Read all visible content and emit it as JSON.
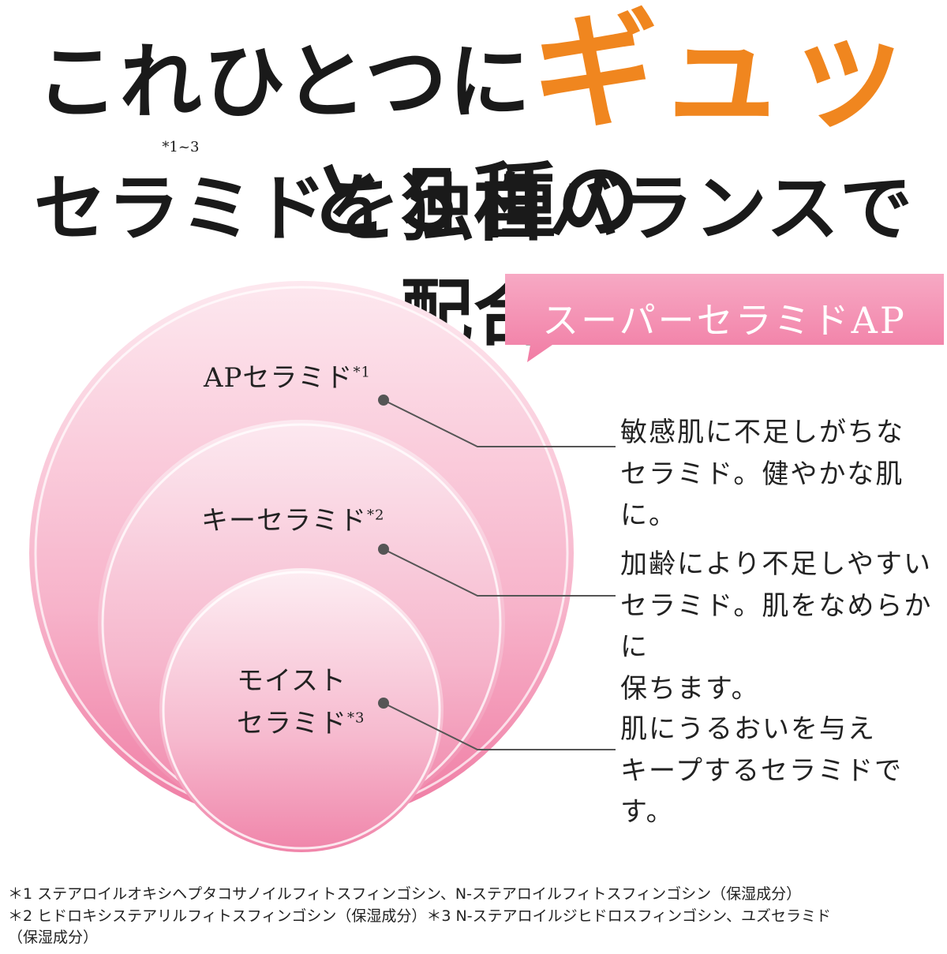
{
  "headline": {
    "line1_before": "これひとつに",
    "line1_accent": "ギュッ",
    "line1_after": "と５種の",
    "line2_part1": "セラミド",
    "line2_note": "*1~3",
    "line2_part2": "を独自バランスで配合"
  },
  "badge": {
    "label": "スーパーセラミドAP"
  },
  "rings": [
    {
      "name": "APセラミド",
      "mark": "*1",
      "desc_lines": [
        "敏感肌に不足しがちな",
        "セラミド。健やかな肌に。"
      ]
    },
    {
      "name": "キーセラミド",
      "mark": "*2",
      "desc_lines": [
        "加齢により不足しやすい",
        "セラミド。肌をなめらかに",
        "保ちます。"
      ]
    },
    {
      "name_line1": "モイスト",
      "name_line2": "セラミド",
      "mark": "*3",
      "desc_lines": [
        "肌にうるおいを与え",
        "キープするセラミドです。"
      ]
    }
  ],
  "footnotes": [
    "＊1  ステアロイルオキシヘプタコサノイルフィトスフィンゴシン、N-ステアロイルフィトスフィンゴシン（保湿成分）",
    "＊2  ヒドロキシステアリルフィトスフィンゴシン（保湿成分）＊3  N-ステアロイルジヒドロスフィンゴシン、ユズセラミド",
    "（保湿成分）"
  ],
  "colors": {
    "accent": "#f0861f",
    "pink_light": "#fbe0ea",
    "pink_deep": "#f07fa6",
    "badge": "#f38bb0"
  }
}
